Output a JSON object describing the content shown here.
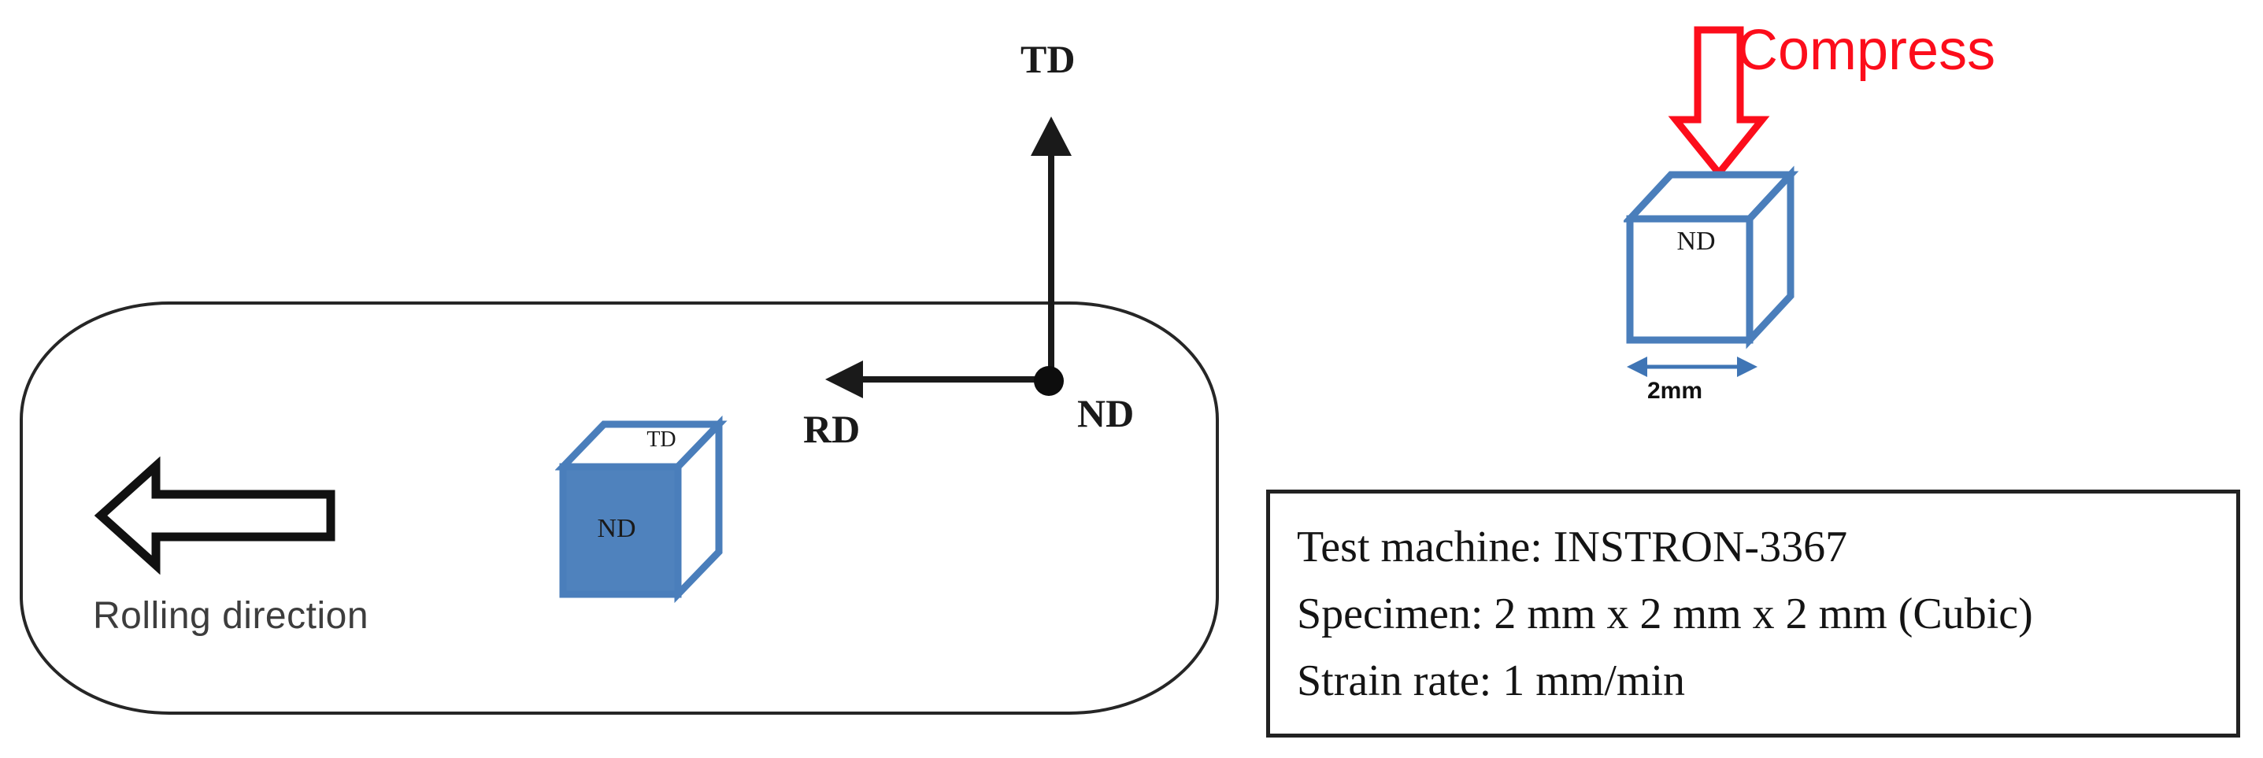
{
  "figure": {
    "title_text": "",
    "background": "#ffffff",
    "colors": {
      "cube_blue_fill": "#4F82BD",
      "cube_blue_stroke": "#4A7EBB",
      "compress_red": "#FC0D1B",
      "outline_black": "#262626",
      "dimension_blue": "#3F75B5"
    }
  },
  "left_panel": {
    "name": "rolling-sheet-schematic",
    "sheet_shape": "rounded-rectangle",
    "rolling_arrow": {
      "icon": "block-arrow-left-icon",
      "direction": "left",
      "filled": false
    },
    "rolling_direction_label": "Rolling direction",
    "specimen_cube": {
      "top_face_label": "TD",
      "front_face_label": "ND",
      "front_face_filled": true
    },
    "axes": {
      "td_label": "TD",
      "rd_label": "RD",
      "nd_label": "ND",
      "td_arrow": "arrow-up-icon",
      "rd_arrow": "arrow-left-icon",
      "nd_origin": "origin-dot-icon"
    }
  },
  "right_panel": {
    "name": "compression-test-schematic",
    "compress_label": "Compress",
    "compress_arrow": {
      "icon": "block-arrow-down-icon",
      "direction": "down",
      "filled": false
    },
    "test_cube": {
      "front_face_label": "ND",
      "front_face_filled": false
    },
    "dimension": {
      "label": "2mm",
      "icon": "double-headed-arrow-icon"
    }
  },
  "info_box": {
    "name": "test-conditions-box",
    "lines": [
      "Test machine: INSTRON-3367",
      "Specimen: 2 mm x 2 mm x 2 mm (Cubic)",
      "Strain rate: 1 mm/min"
    ]
  }
}
